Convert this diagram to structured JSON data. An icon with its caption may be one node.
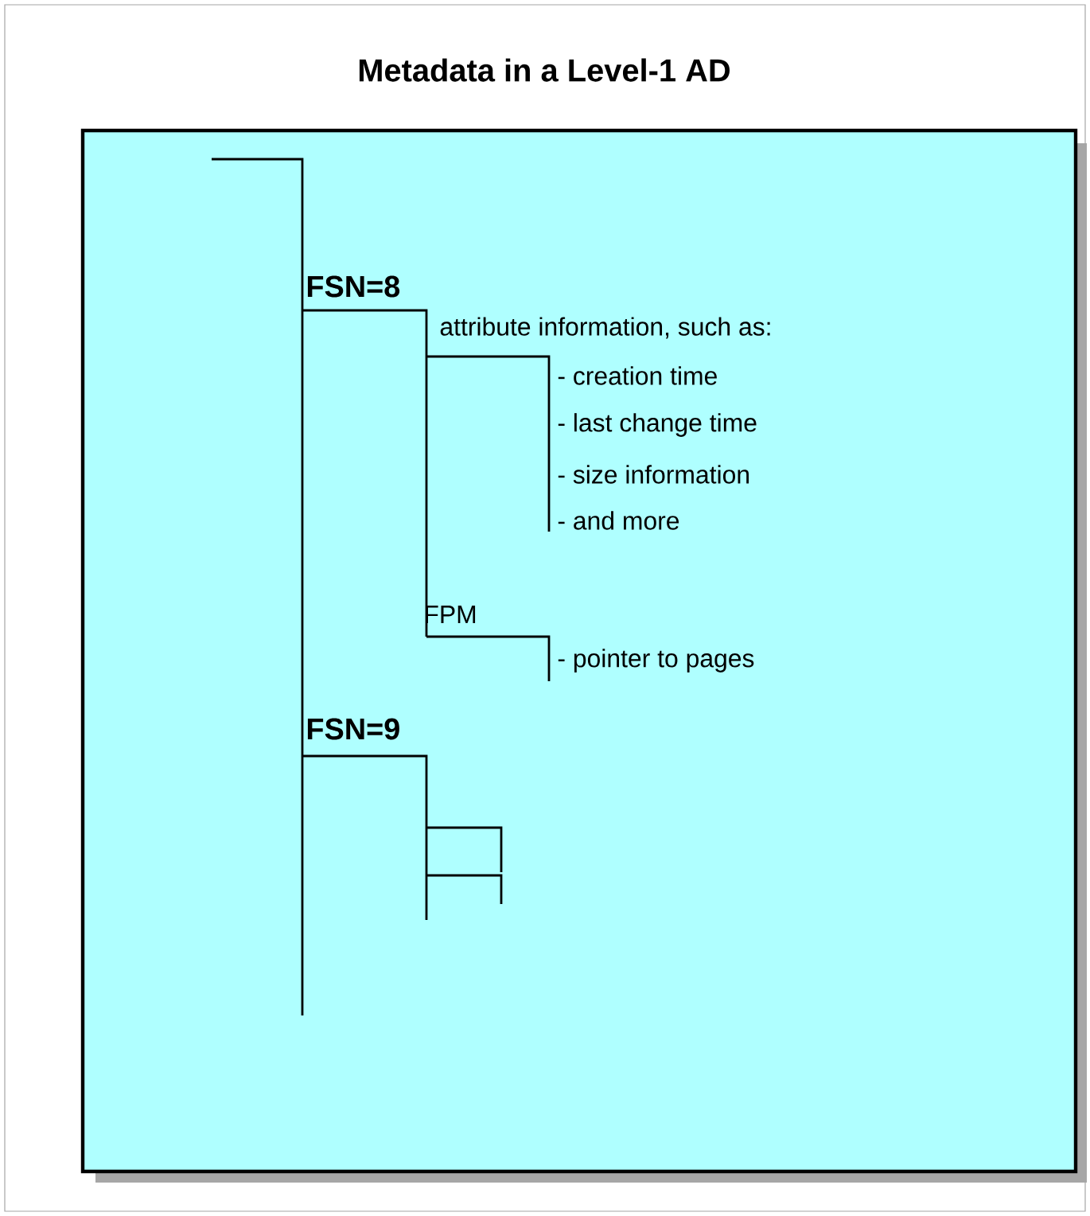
{
  "diagram": {
    "title": "Metadata in a Level-1 AD",
    "labels": [
      "FSN=8",
      "attribute information, such as:",
      "- creation time",
      "- last change time",
      "- size information",
      "- and more",
      "FPM",
      "- pointer to pages",
      "FSN=9"
    ]
  }
}
